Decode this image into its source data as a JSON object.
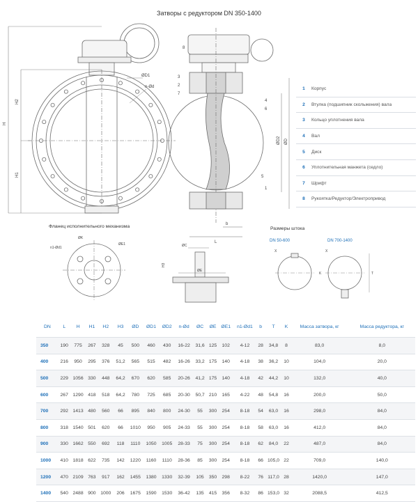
{
  "title": "Затворы с редуктором DN 350-1400",
  "legend": [
    {
      "num": "1",
      "label": "Корпус"
    },
    {
      "num": "2",
      "label": "Втулка (подшипник скольжения) вала"
    },
    {
      "num": "3",
      "label": "Кольцо уплотнения вала"
    },
    {
      "num": "4",
      "label": "Вал"
    },
    {
      "num": "5",
      "label": "Диск"
    },
    {
      "num": "6",
      "label": "Уплотнительная манжета (седло)"
    },
    {
      "num": "7",
      "label": "Шрифт"
    },
    {
      "num": "8",
      "label": "Рукоятка/Редуктор/Электропривод"
    }
  ],
  "captions": {
    "flange": "Фланец исполнительного механизма",
    "shaft": "Размеры штока",
    "shaft_dn_small": "DN 50-600",
    "shaft_dn_large": "DN 700-1400"
  },
  "drawing_labels": {
    "d1": "ØD1",
    "nd": "n-Ød",
    "h": "H",
    "h1": "H1",
    "h2": "H2",
    "d2": "ØD2",
    "d": "ØD",
    "b": "b",
    "l": "L",
    "h3": "H3",
    "c": "ØC",
    "e": "ØE",
    "k": "ØK",
    "e1": "ØE1",
    "n1d1": "n1-Ød1",
    "x": "X",
    "t": "T",
    "k_letter": "K",
    "parts": [
      "1",
      "2",
      "3",
      "4",
      "5",
      "6",
      "7",
      "8",
      "3",
      "7",
      "4",
      "6",
      "5",
      "1"
    ]
  },
  "table": {
    "headers": [
      "DN",
      "L",
      "H",
      "H1",
      "H2",
      "H3",
      "ØD",
      "ØD1",
      "ØD2",
      "n-Ød",
      "ØC",
      "ØE",
      "ØE1",
      "n1-Ød1",
      "b",
      "T",
      "K",
      "Масса затвора, кг",
      "Масса редуктора, кг"
    ],
    "rows": [
      [
        "350",
        "190",
        "775",
        "267",
        "328",
        "45",
        "500",
        "460",
        "430",
        "16-22",
        "31,6",
        "125",
        "102",
        "4-12",
        "28",
        "34,8",
        "8",
        "83,0",
        "8,0"
      ],
      [
        "400",
        "216",
        "950",
        "295",
        "376",
        "51,2",
        "565",
        "515",
        "482",
        "16-26",
        "33,2",
        "175",
        "140",
        "4-18",
        "38",
        "36,2",
        "10",
        "104,0",
        "20,0"
      ],
      [
        "500",
        "229",
        "1056",
        "330",
        "448",
        "64,2",
        "670",
        "620",
        "585",
        "20-26",
        "41,2",
        "175",
        "140",
        "4-18",
        "42",
        "44,2",
        "10",
        "132,0",
        "40,0"
      ],
      [
        "600",
        "267",
        "1290",
        "418",
        "518",
        "64,2",
        "780",
        "725",
        "685",
        "20-30",
        "50,7",
        "210",
        "165",
        "4-22",
        "48",
        "54,8",
        "16",
        "200,0",
        "50,0"
      ],
      [
        "700",
        "292",
        "1413",
        "480",
        "560",
        "66",
        "895",
        "840",
        "800",
        "24-30",
        "55",
        "300",
        "254",
        "8-18",
        "54",
        "63,0",
        "16",
        "298,0",
        "84,0"
      ],
      [
        "800",
        "318",
        "1540",
        "501",
        "620",
        "66",
        "1010",
        "950",
        "905",
        "24-33",
        "55",
        "300",
        "254",
        "8-18",
        "58",
        "63,0",
        "16",
        "412,0",
        "84,0"
      ],
      [
        "900",
        "330",
        "1662",
        "550",
        "692",
        "118",
        "1110",
        "1050",
        "1005",
        "28-33",
        "75",
        "300",
        "254",
        "8-18",
        "62",
        "84,0",
        "22",
        "487,0",
        "84,0"
      ],
      [
        "1000",
        "410",
        "1818",
        "622",
        "735",
        "142",
        "1220",
        "1160",
        "1110",
        "28-36",
        "85",
        "300",
        "254",
        "8-18",
        "66",
        "105,0",
        "22",
        "709,0",
        "140,0"
      ],
      [
        "1200",
        "470",
        "2109",
        "763",
        "917",
        "162",
        "1455",
        "1380",
        "1330",
        "32-39",
        "105",
        "350",
        "298",
        "8-22",
        "76",
        "117,0",
        "28",
        "1420,0",
        "147,0"
      ],
      [
        "1400",
        "540",
        "2488",
        "900",
        "1000",
        "206",
        "1675",
        "1590",
        "1530",
        "36-42",
        "135",
        "415",
        "356",
        "8-32",
        "86",
        "153,0",
        "32",
        "2088,5",
        "412,5"
      ]
    ]
  }
}
